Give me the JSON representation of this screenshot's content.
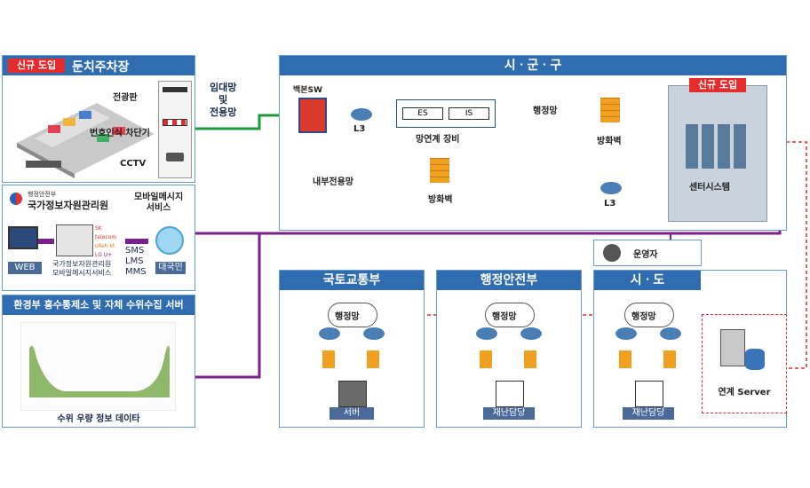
{
  "parking": {
    "badge": "신규 도입",
    "title": "둔치주차장",
    "items": [
      "전광판",
      "번호인식 차단기",
      "CCTV"
    ]
  },
  "link1": {
    "label1": "임대망",
    "label2": "및",
    "label3": "전용망"
  },
  "sigungu": {
    "title": "시ㆍ군ㆍ구",
    "backbone": "백본SW",
    "l3_top": "L3",
    "es": "ES",
    "is": "IS",
    "linkage": "망연계 장비",
    "admin_net": "행정망",
    "firewall_top": "방화벽",
    "internal_net": "내부전용망",
    "firewall_mid": "방화벽",
    "l3_mid": "L3",
    "center_badge": "신규 도입",
    "center": "센터시스템"
  },
  "mois": {
    "org_small": "행정안전부",
    "org": "국가정보자원관리원",
    "mobile1": "모바일메시지",
    "mobile2": "서비스",
    "web": "WEB",
    "svc1": "국가정보자원관리원",
    "svc2": "모바일메시지서비스",
    "sms": "SMS",
    "lms": "LMS",
    "mms": "MMS",
    "citizen": "대국민",
    "logo_sk": "SK telecom",
    "logo_kt": "olleh kt",
    "logo_lg": "LG U+"
  },
  "env": {
    "title": "환경부 홍수통제소 및 자체 수위수집 서버",
    "caption": "수위 우량 정보 데이타"
  },
  "operator": "운영자",
  "molit": {
    "title": "국토교통부",
    "net": "행정망",
    "server": "서버"
  },
  "mois2": {
    "title": "행정안전부",
    "net": "행정망",
    "server": "재난담당"
  },
  "sido": {
    "title": "시ㆍ도",
    "net": "행정망",
    "server": "재난담당"
  },
  "link_server": "연계 Server",
  "colors": {
    "header": "#2f6db0",
    "green": "#1f9a3a",
    "purple": "#7b1f8f",
    "red": "#e52b2b"
  }
}
